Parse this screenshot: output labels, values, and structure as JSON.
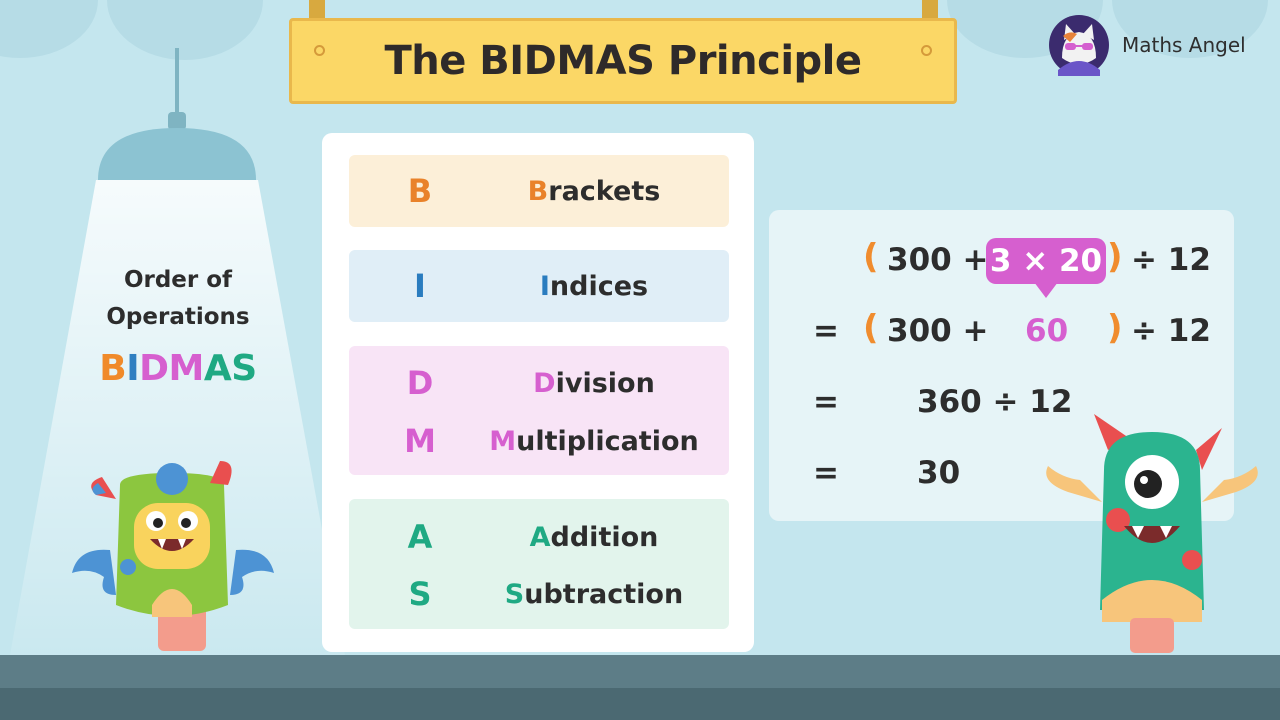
{
  "banner": {
    "title": "The BIDMAS Principle"
  },
  "brand": {
    "name": "Maths Angel"
  },
  "sidebar": {
    "heading_line1": "Order of",
    "heading_line2": "Operations",
    "acronym": [
      "B",
      "I",
      "D",
      "M",
      "A",
      "S"
    ],
    "acronym_colors": [
      "#f08a2a",
      "#2f7fc1",
      "#d65fcf",
      "#d65fcf",
      "#1fa983",
      "#1fa983"
    ]
  },
  "operations": [
    {
      "letter": "B",
      "first": "B",
      "rest": "rackets",
      "color": "#e9822a",
      "bg": "#fcefd8"
    },
    {
      "letter": "I",
      "first": "I",
      "rest": "ndices",
      "color": "#2a7cbf",
      "bg": "#e0eef7"
    },
    {
      "letter": "D",
      "first": "D",
      "rest": "ivision",
      "color": "#d65fcf",
      "bg": "#f8e4f6"
    },
    {
      "letter": "M",
      "first": "M",
      "rest": "ultiplication",
      "color": "#d65fcf",
      "bg": "#f8e4f6"
    },
    {
      "letter": "A",
      "first": "A",
      "rest": "ddition",
      "color": "#1fa983",
      "bg": "#e2f4ec"
    },
    {
      "letter": "S",
      "first": "S",
      "rest": "ubtraction",
      "color": "#1fa983",
      "bg": "#e2f4ec"
    }
  ],
  "calculation": {
    "open_paren": "(",
    "close_paren": ")",
    "eq": "=",
    "line1_a": "300 +",
    "line1_highlight": "3 × 20",
    "line1_b": "÷ 12",
    "line2_a": "300 +",
    "line2_value": "60",
    "line2_b": "÷ 12",
    "line3": "360 ÷ 12",
    "line4": "30"
  },
  "colors": {
    "highlight": "#d65fcf",
    "paren": "#f08c2e",
    "sky": "#c4e6ee",
    "banner": "#fbd766"
  },
  "icons": [
    "lamp-icon",
    "cat-logo-icon",
    "green-monster-icon",
    "one-eyed-monster-icon"
  ]
}
